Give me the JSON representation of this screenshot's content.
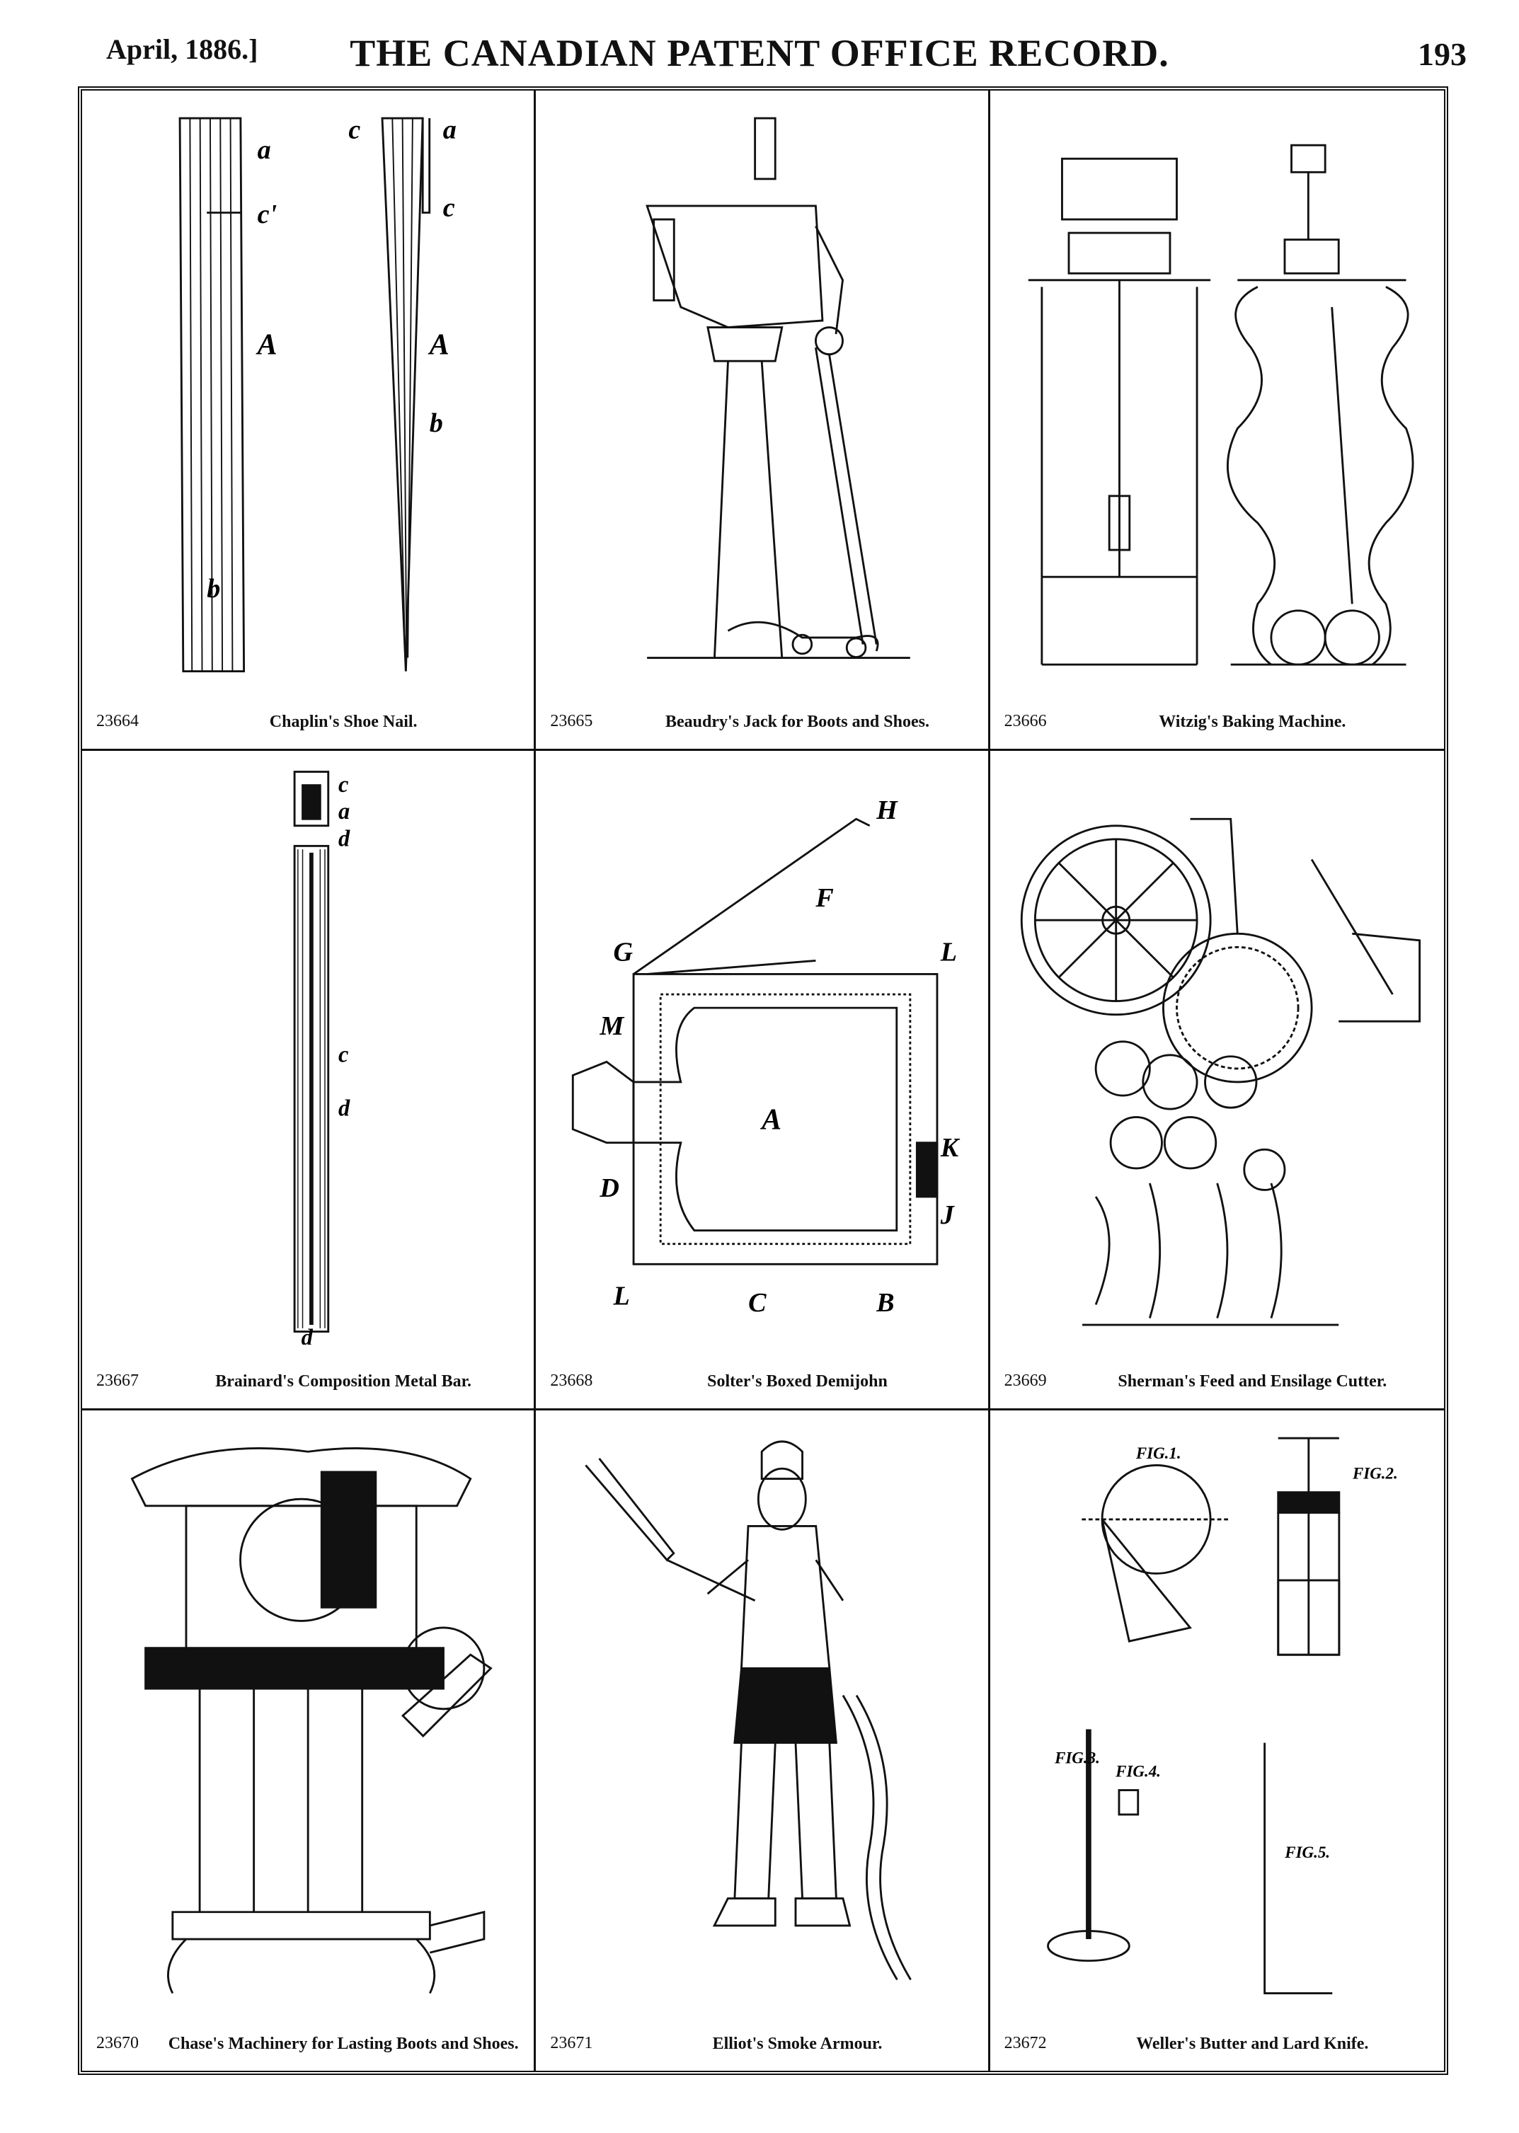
{
  "header": {
    "date": "April, 1886.]",
    "title": "THE CANADIAN PATENT OFFICE RECORD.",
    "page": "193"
  },
  "patents": [
    {
      "number": "23664",
      "title": "Chaplin's Shoe Nail.",
      "icon": "shoe-nail-drawing"
    },
    {
      "number": "23665",
      "title": "Beaudry's Jack for Boots and Shoes.",
      "icon": "boot-jack-drawing"
    },
    {
      "number": "23666",
      "title": "Witzig's Baking Machine.",
      "icon": "baking-machine-drawing"
    },
    {
      "number": "23667",
      "title": "Brainard's Composition Metal Bar.",
      "icon": "metal-bar-drawing"
    },
    {
      "number": "23668",
      "title": "Solter's Boxed Demijohn",
      "icon": "demijohn-drawing"
    },
    {
      "number": "23669",
      "title": "Sherman's Feed and Ensilage Cutter.",
      "icon": "ensilage-cutter-drawing"
    },
    {
      "number": "23670",
      "title": "Chase's Machinery for Lasting Boots and Shoes.",
      "icon": "lasting-machine-drawing"
    },
    {
      "number": "23671",
      "title": "Elliot's Smoke Armour.",
      "icon": "smoke-armour-drawing"
    },
    {
      "number": "23672",
      "title": "Weller's Butter and Lard Knife.",
      "icon": "butter-knife-drawing"
    }
  ],
  "figure_labels": {
    "nail": [
      "a",
      "c'",
      "A",
      "b",
      "c",
      "a",
      "c",
      "A",
      "b"
    ],
    "bar": [
      "c",
      "a",
      "d",
      "c",
      "d",
      "d"
    ],
    "demijohn": [
      "H",
      "F",
      "G",
      "L",
      "M",
      "A",
      "K",
      "D",
      "J",
      "L",
      "C",
      "B"
    ],
    "knife": [
      "FIG.1.",
      "FIG.2.",
      "FIG.3.",
      "FIG.4.",
      "FIG.5."
    ]
  }
}
